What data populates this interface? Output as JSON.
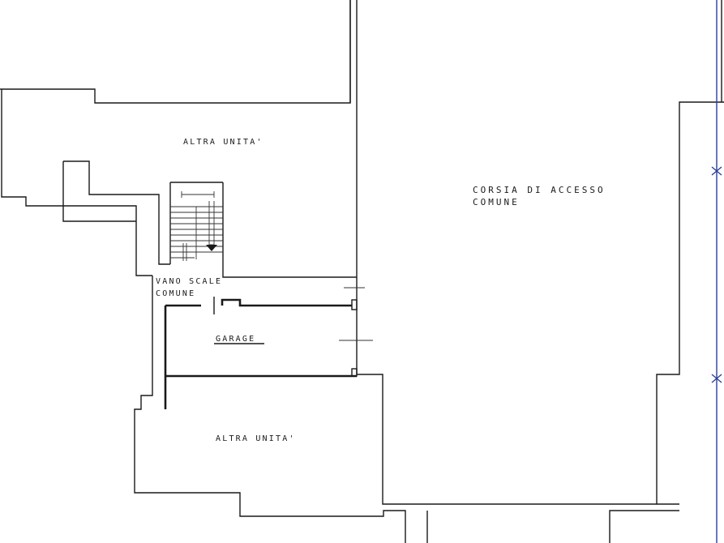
{
  "plan": {
    "labels": {
      "altra_unita_top": "ALTRA UNITA'",
      "corsia_line1": "CORSIA DI ACCESSO",
      "corsia_line2": "COMUNE",
      "vano_line1": "VANO SCALE",
      "vano_line2": "COMUNE",
      "garage": "GARAGE",
      "altra_unita_bottom": "ALTRA UNITA'"
    },
    "colors": {
      "line": "#1a1a1a",
      "boundary": "#2b3f9e",
      "background": "#ffffff"
    }
  }
}
